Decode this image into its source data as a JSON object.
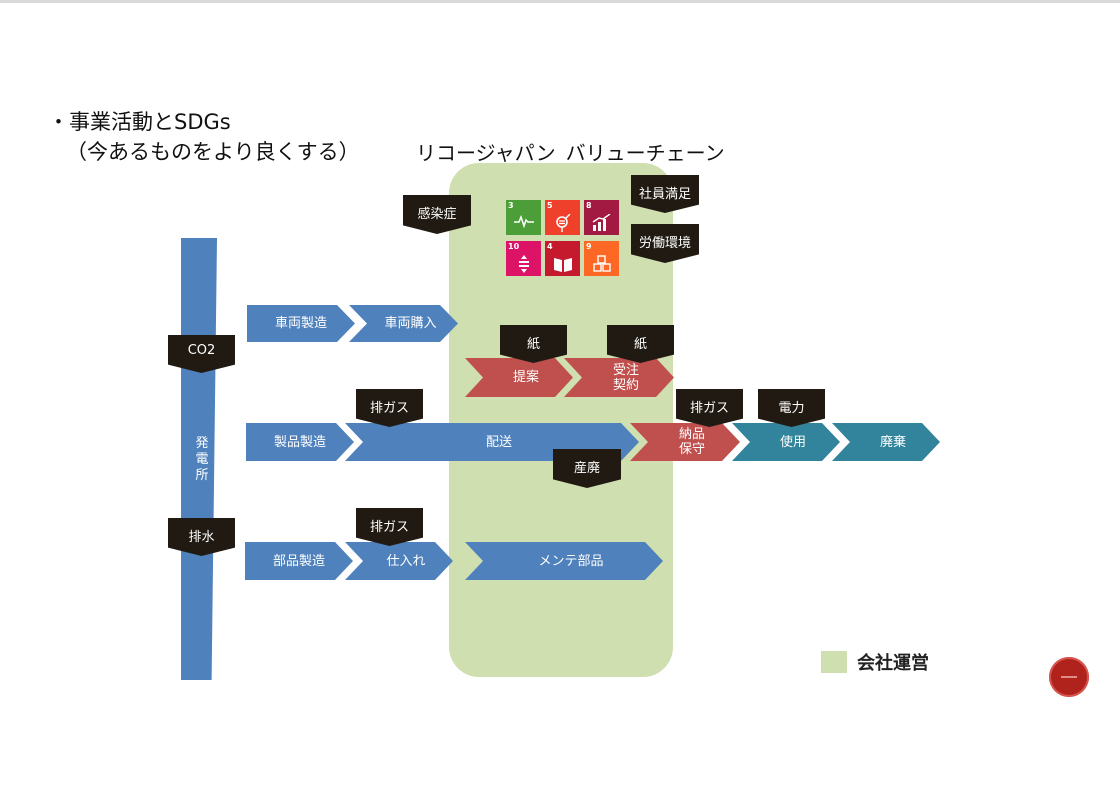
{
  "header": {
    "line1": "・事業活動とSDGs",
    "line2": "（今あるものをより良くする）",
    "diagram_title": "リコージャパン_バリューチェーン"
  },
  "power_plant": {
    "label": "発\n電\n所"
  },
  "chevrons": {
    "row1": {
      "vehicle_manufacture": "車両製造",
      "vehicle_purchase": "車両購入"
    },
    "sales": {
      "proposal": "提案",
      "order": "受注\n契約"
    },
    "row2": {
      "product_manufacture": "製品製造",
      "delivery": "配送",
      "delivery_maintenance": "納品\n保守",
      "use": "使用",
      "disposal": "廃棄"
    },
    "row3": {
      "parts_manufacture": "部品製造",
      "procurement": "仕入れ",
      "maintenance_parts": "メンテ部品"
    }
  },
  "tags": {
    "co2": "CO2",
    "drainage": "排水",
    "infection": "感染症",
    "employee_satisfaction": "社員満足",
    "work_environment": "労働環境",
    "paper_1": "紙",
    "paper_2": "紙",
    "exhaust_1": "排ガス",
    "exhaust_2": "排ガス",
    "exhaust_3": "排ガス",
    "electricity": "電力",
    "industrial_waste": "産廃"
  },
  "sdg_goals": [
    {
      "number": "3",
      "color": "#4c9f38",
      "icon": "heartbeat-icon"
    },
    {
      "number": "5",
      "color": "#ef402b",
      "icon": "gender-equality-icon"
    },
    {
      "number": "8",
      "color": "#a21942",
      "icon": "growth-chart-icon"
    },
    {
      "number": "10",
      "color": "#dd1367",
      "icon": "reduced-inequality-icon"
    },
    {
      "number": "4",
      "color": "#c5192d",
      "icon": "book-icon"
    },
    {
      "number": "9",
      "color": "#fd6925",
      "icon": "cubes-icon"
    }
  ],
  "legend": {
    "label": "会社運営",
    "color": "#cfdfb0"
  },
  "colors": {
    "blue": "#4f81bd",
    "red": "#c0504d",
    "teal": "#31849b",
    "dark": "#201a12"
  }
}
